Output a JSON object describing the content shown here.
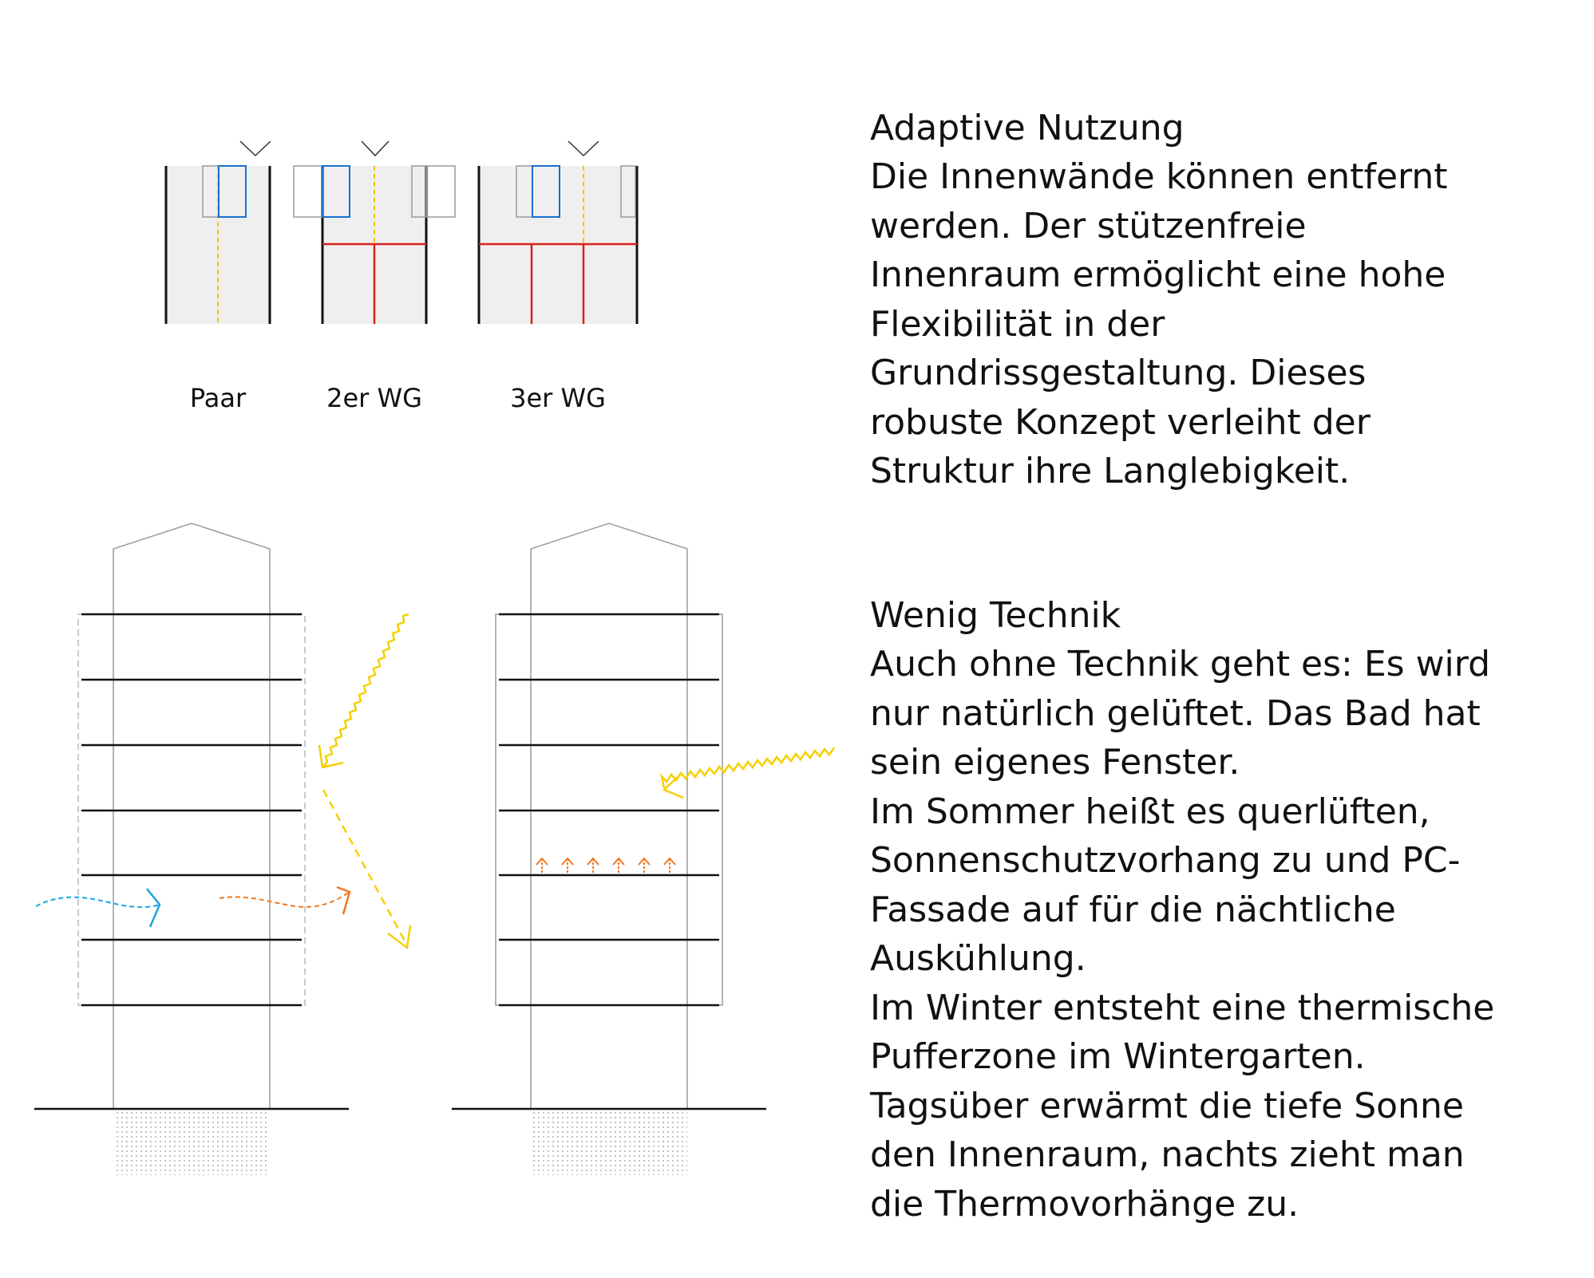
{
  "floorplans": {
    "labels": [
      "Paar",
      "2er WG",
      "3er WG"
    ]
  },
  "adaptive": {
    "title": "Adaptive Nutzung",
    "body": "Die Innenwände können entfernt\nwerden. Der stützenfreie\nInnenraum ermöglicht eine hohe\nFlexibilität in der\nGrundrissgestaltung. Dieses\nrobuste Konzept verleiht der\nStruktur ihre Langlebigkeit."
  },
  "technik": {
    "title": "Wenig Technik",
    "body": "Auch ohne Technik geht es: Es wird\nnur natürlich gelüftet. Das Bad hat\nsein eigenes Fenster.\nIm Sommer heißt es querlüften,\nSonnenschutzvorhang zu und PC-\nFassade auf für die nächtliche\nAuskühlung.\nIm Winter entsteht eine thermische\nPufferzone im Wintergarten.\nTagsüber erwärmt die tiefe Sonne\nden Innenraum, nachts zieht man\ndie Thermovorhänge zu."
  },
  "colors": {
    "wall": "#111111",
    "floor": "#efefef",
    "axis": "#f2c400",
    "bath": "#1a6fd1",
    "partition": "#d8201c",
    "sun": "#f5d000",
    "cool_air": "#1aa3e0",
    "warm_air": "#f07820",
    "outline": "#9a9a9a"
  },
  "icons": [
    "entrance-chevron-icon",
    "sun-ray-arrow-icon",
    "air-flow-arrow-icon",
    "heat-rise-arrow-icon"
  ]
}
